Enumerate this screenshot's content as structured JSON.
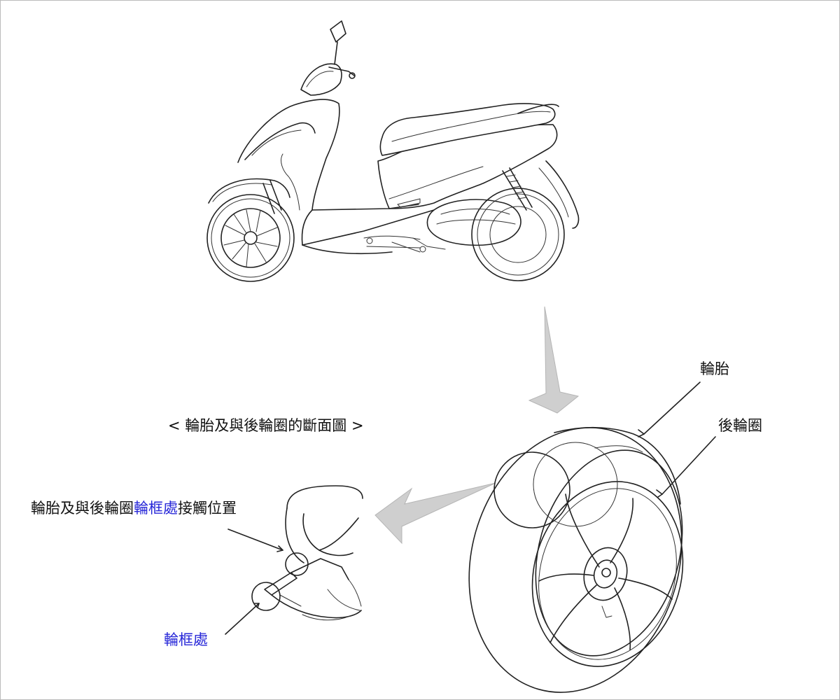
{
  "labels": {
    "section_title": "< 輪胎及與後輪圈的斷面圖 >",
    "tire": "輪胎",
    "rear_rim": "後輪圈",
    "contact_prefix": "輪胎及與後輪圈",
    "contact_highlight": "輪框處",
    "contact_suffix": "接觸位置",
    "rim_point": "輪框處"
  },
  "colors": {
    "highlight": "#2727d8",
    "arrow": "#cfcfcf",
    "line": "#222222"
  }
}
